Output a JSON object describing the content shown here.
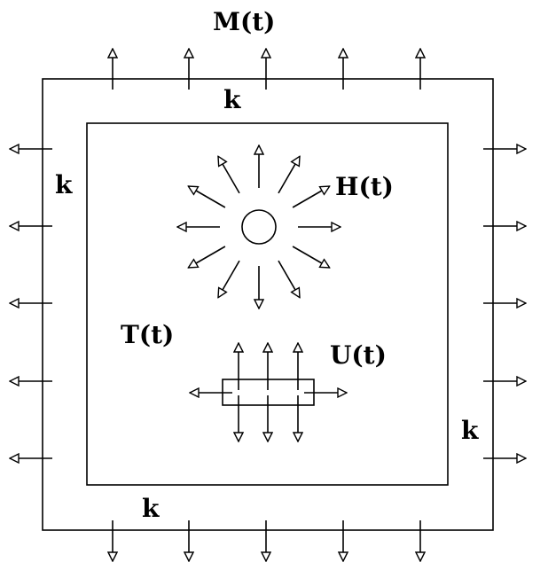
{
  "labels": {
    "moisture": "M(t)",
    "heat": "H(t)",
    "temperature": "T(t)",
    "humidity": "U(t)",
    "k_top": "k",
    "k_left": "k",
    "k_right": "k",
    "k_bottom": "k"
  }
}
